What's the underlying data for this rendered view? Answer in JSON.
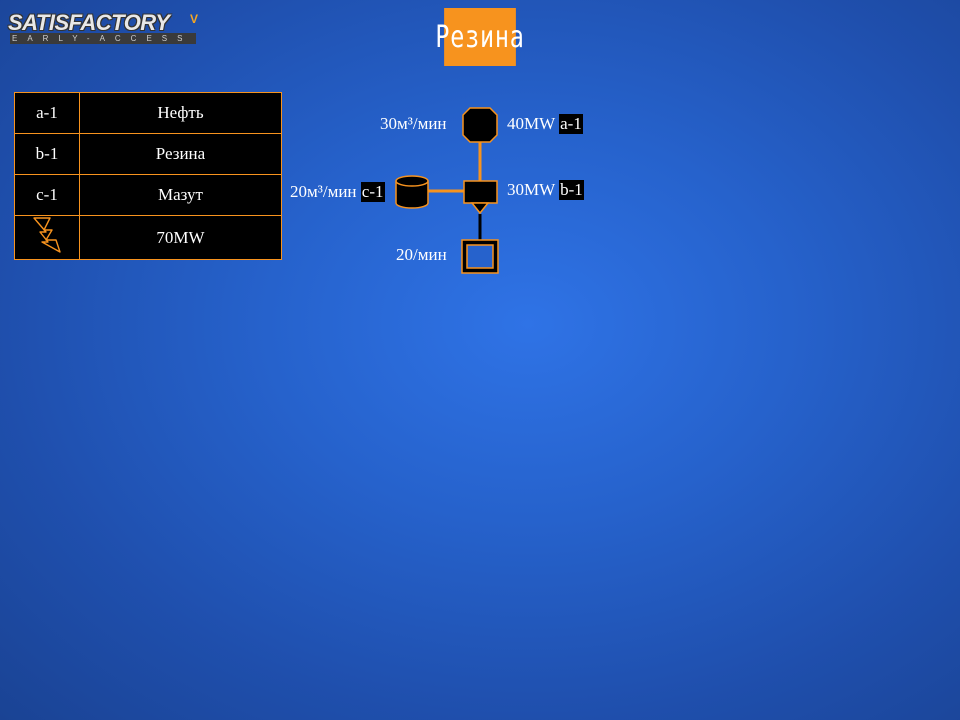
{
  "logo": {
    "main": "SATISFACTORY",
    "sub": "EARLY-ACCESS"
  },
  "title": "Резина",
  "legend": [
    {
      "key": "a-1",
      "value": "Нефть"
    },
    {
      "key": "b-1",
      "value": "Резина"
    },
    {
      "key": "c-1",
      "value": "Мазут"
    },
    {
      "key_icon": "lightning-icon",
      "value": "70MW"
    }
  ],
  "nodes": {
    "top": {
      "rate": "30м³/мин",
      "power": "40MW",
      "tag": "a-1"
    },
    "middle": {
      "power": "30MW",
      "tag": "b-1"
    },
    "left": {
      "rate": "20м³/мин",
      "tag": "c-1"
    },
    "bottom": {
      "rate": "20/мин"
    }
  },
  "colors": {
    "accent": "#f7931e",
    "node_fill": "#000000",
    "background": "#2662cc"
  }
}
